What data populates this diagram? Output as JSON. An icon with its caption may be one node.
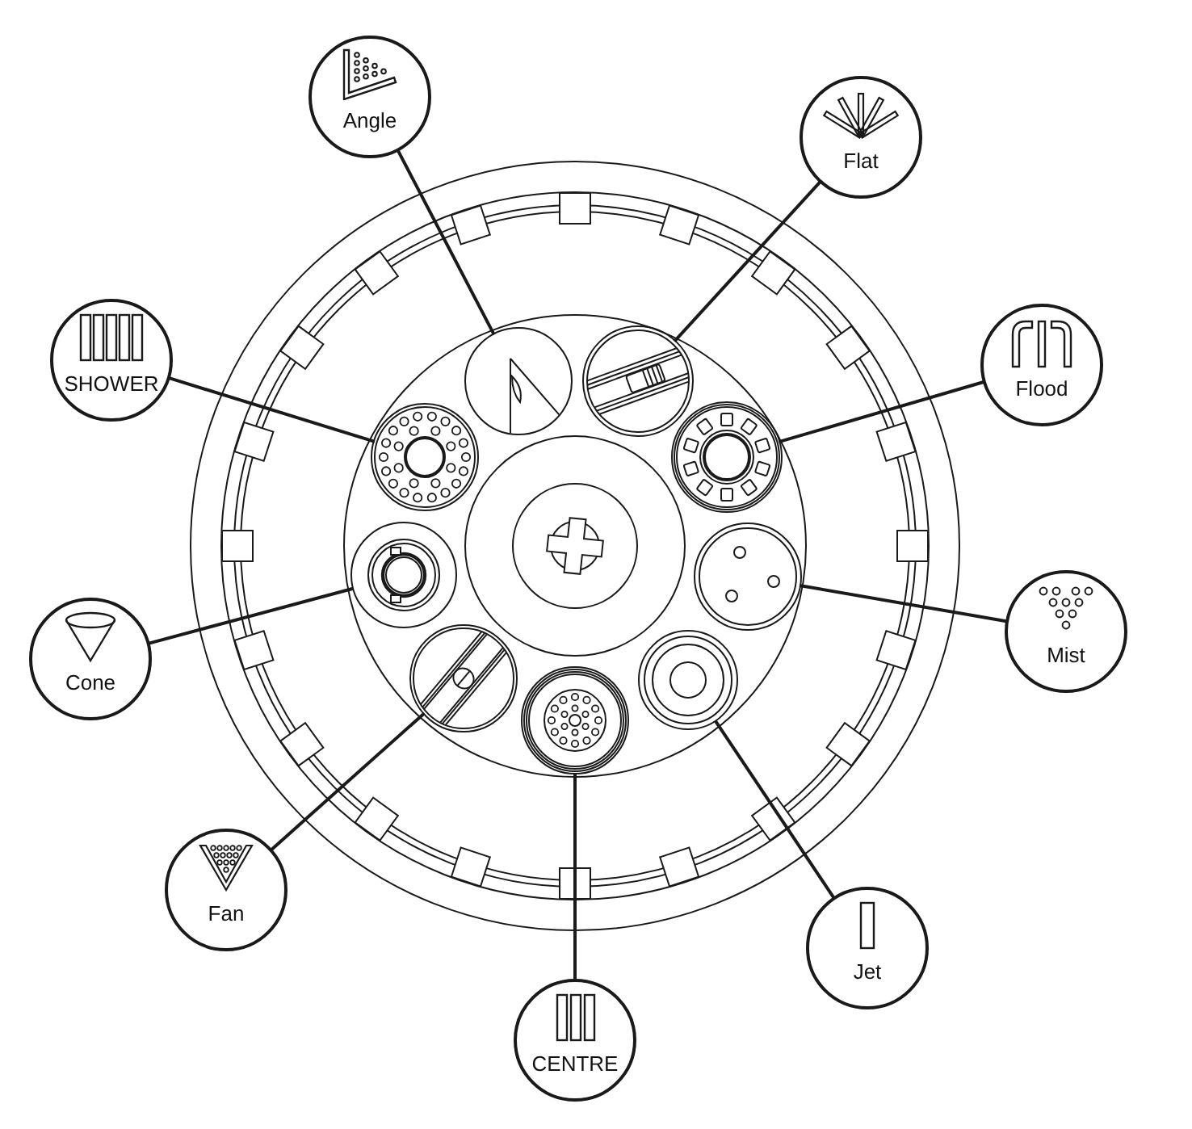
{
  "diagram": {
    "nodes": [
      {
        "text": [
          "Angle"
        ]
      },
      {
        "text": [
          "Flat"
        ]
      },
      {
        "text": [
          "SHOWER"
        ]
      },
      {
        "text": [
          "Flood"
        ]
      },
      {
        "text": [
          "Mist"
        ]
      },
      {
        "text": [
          "Cone"
        ]
      },
      {
        "text": [
          "Fan"
        ]
      },
      {
        "text": [
          "Jet"
        ]
      },
      {
        "text": [
          "CENTRE"
        ]
      },
      {
        "text": [],
        "shape": "circle"
      },
      {
        "text": [],
        "shape": "circle"
      },
      {
        "text": [],
        "shape": "circle"
      },
      {
        "text": [],
        "shape": "circle"
      },
      {
        "text": [],
        "shape": "circle"
      },
      {
        "text": [],
        "shape": "circle"
      },
      {
        "text": [],
        "shape": "circle"
      },
      {
        "text": [],
        "shape": "circle"
      },
      {
        "text": [],
        "shape": "circle"
      },
      {
        "text": [],
        "shape": "circle"
      }
    ],
    "edges": [
      {
        "from": 0,
        "to": 9,
        "arrow": "none"
      },
      {
        "from": 1,
        "to": 10,
        "arrow": "none"
      },
      {
        "from": 2,
        "to": 11,
        "arrow": "none"
      },
      {
        "from": 3,
        "to": 12,
        "arrow": "none"
      },
      {
        "from": 4,
        "to": 13,
        "arrow": "none"
      },
      {
        "from": 5,
        "to": 14,
        "arrow": "none"
      },
      {
        "from": 6,
        "to": 15,
        "arrow": "none"
      },
      {
        "from": 7,
        "to": 16,
        "arrow": "none"
      },
      {
        "from": 8,
        "to": 17,
        "arrow": "none"
      }
    ]
  }
}
